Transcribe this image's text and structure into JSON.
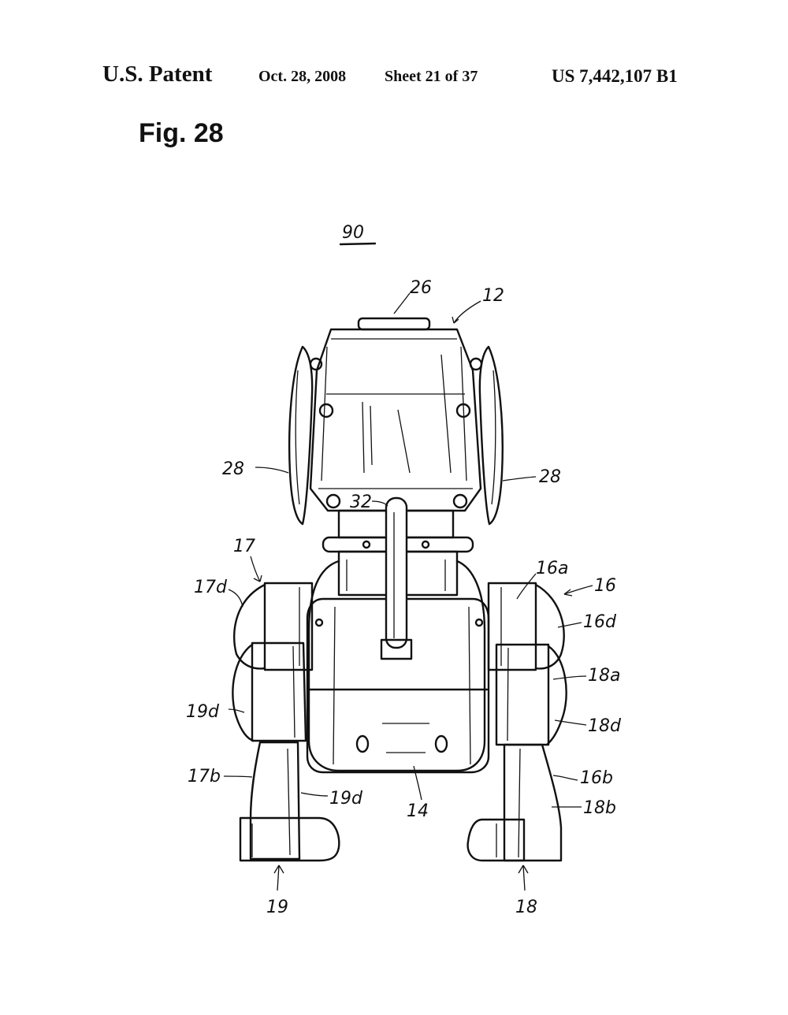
{
  "header": {
    "brand": "U.S. Patent",
    "date": "Oct. 28, 2008",
    "sheet": "Sheet 21 of 37",
    "patent_number": "US 7,442,107 B1"
  },
  "figure": {
    "title": "Fig. 28",
    "reference_numeral": "90",
    "labels": {
      "l26": "26",
      "l12": "12",
      "l28_left": "28",
      "l28_right": "28",
      "l32": "32",
      "l17": "17",
      "l17d": "17d",
      "l16a": "16a",
      "l16": "16",
      "l16d": "16d",
      "l18a": "18a",
      "l19d_left": "19d",
      "l18d": "18d",
      "l17b": "17b",
      "l19d_lower": "19d",
      "l14": "14",
      "l16b": "16b",
      "l18b": "18b",
      "l19": "19",
      "l18": "18"
    }
  }
}
